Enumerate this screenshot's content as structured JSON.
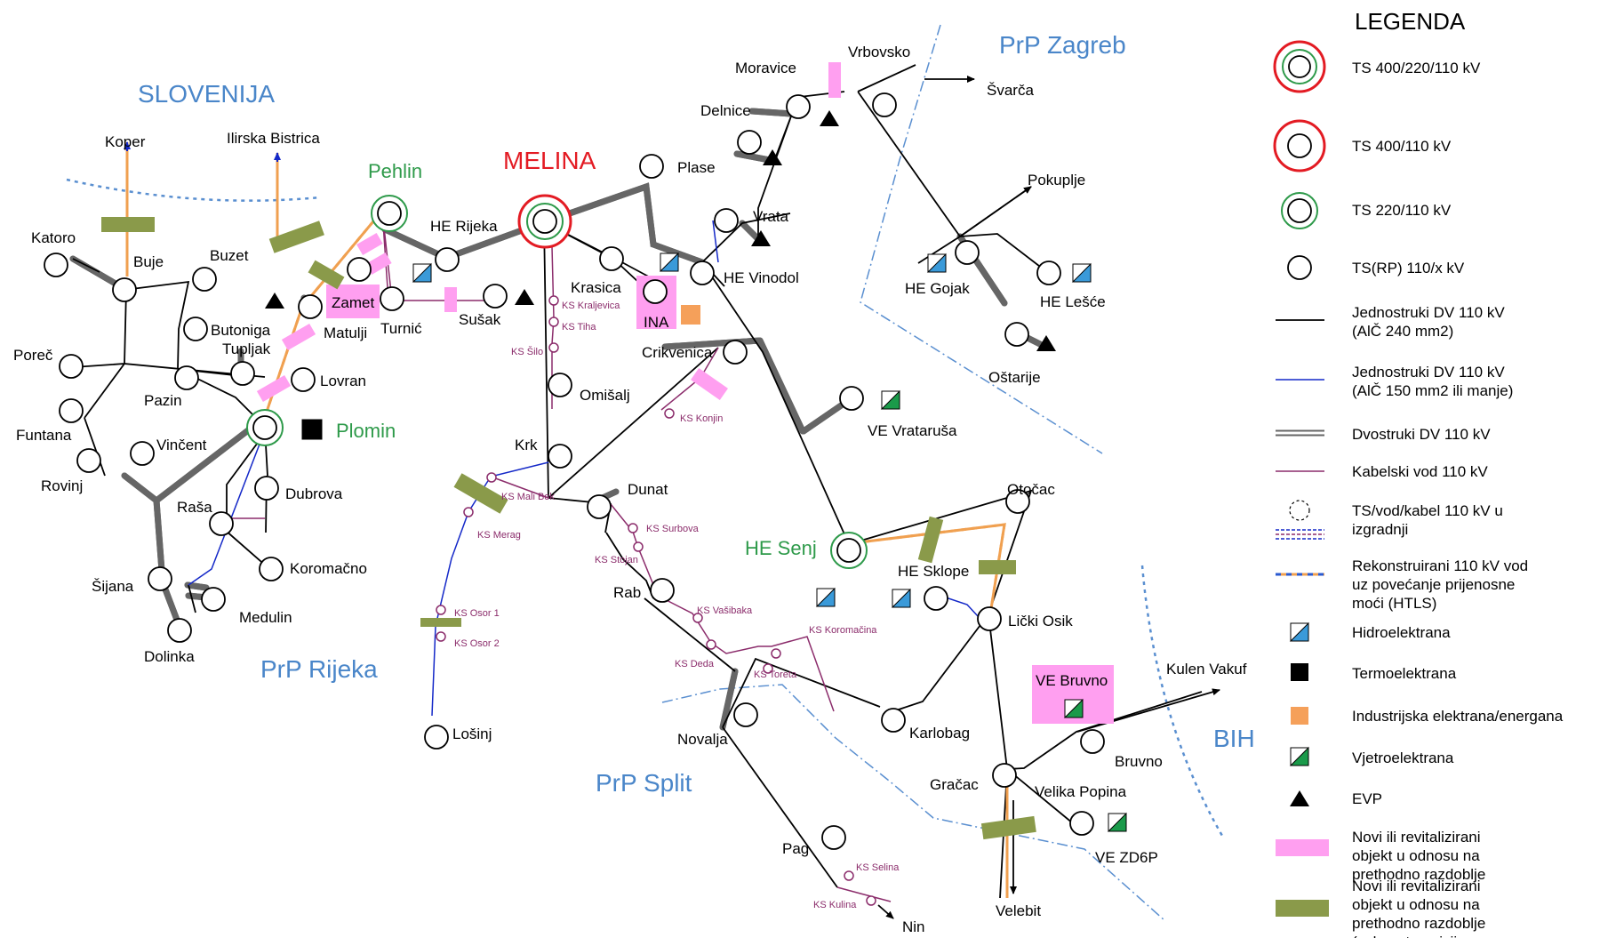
{
  "title": "MELINA",
  "regions": [
    "SLOVENIJA",
    "PrP Zagreb",
    "PrP Rijeka",
    "PrP Split",
    "BIH"
  ],
  "legend": {
    "title": "LEGENDA",
    "items": [
      "TS 400/220/110 kV",
      "TS 400/110 kV",
      "TS 220/110 kV",
      "TS(RP) 110/x kV",
      "Jednostruki DV 110 kV (AlČ 240 mm2)",
      "Jednostruki DV 110 kV (AlČ 150 mm2 ili manje)",
      "Dvostruki DV 110 kV",
      "Kabelski vod 110 kV",
      "TS/vod/kabel 110 kV u izgradnji",
      "Rekonstruirani 110 kV vod uz povećanje prijenosne moći (HTLS)",
      "Hidroelektrana",
      "Termoelektrana",
      "Industrijska elektrana/energana",
      "Vjetroelektrana",
      "EVP",
      "Novi ili revitalizirani objekt u odnosu na prethodno razdoblje",
      "Novi ili revitalizirani objekt u odnosu na prethodno razdoblje (zelena tranzicija, priključenja)"
    ]
  },
  "colors": {
    "region_text": "#4a86c9",
    "melina_red": "#e31b23",
    "ts220_green": "#2e9a4a",
    "cable_purple": "#8b2c6b",
    "line_blue": "#1428c8",
    "new_object_pink": "#ff9ff0",
    "green_transition": "#8a9a4a",
    "industrial_orange": "#f5a05a",
    "htls_orange": "#f0a050",
    "htls_blue": "#2a5ad0",
    "hydro_blue": "#3a9ad9",
    "wind_green": "#1a9a4a",
    "border_dash": "#5a8fd0"
  },
  "stations": [
    "Koper",
    "Ilirska Bistrica",
    "Katoro",
    "Buje",
    "Buzet",
    "Butoniga",
    "Tupljak",
    "Poreč",
    "Funtana",
    "Rovinj",
    "Vinčent",
    "Pazin",
    "Plomin",
    "Pehlin",
    "Matulji",
    "Zamet",
    "Turnić",
    "Lovran",
    "HE Rijeka",
    "Sušak",
    "Krasica",
    "INA",
    "Plase",
    "HE Vinodol",
    "Vrata",
    "Delnice",
    "Moravice",
    "Vrbovsko",
    "Švarča",
    "Pokuplje",
    "HE Gojak",
    "HE Lešće",
    "Oštarije",
    "Crikvenica",
    "Omišalj",
    "Krk",
    "Dunat",
    "VE Vrataruša",
    "HE Senj",
    "Otočac",
    "HE Sklope",
    "Lički Osik",
    "Dubrova",
    "Raša",
    "Koromačno",
    "Šijana",
    "Medulin",
    "Dolinka",
    "Rab",
    "Novalja",
    "Lošinj",
    "Karlobag",
    "Kulen Vakuf",
    "VE Bruvno",
    "Bruvno",
    "Gračac",
    "Velika Popina",
    "VE ZD6P",
    "Pag",
    "Nin",
    "Velebit"
  ],
  "cable_stations": [
    "KS Kraljevica",
    "KS Tiha",
    "KS Šilo",
    "KS Konjin",
    "KS Mali Bok",
    "KS Merag",
    "KS Osor 1",
    "KS Osor 2",
    "KS Surbova",
    "KS Stojan",
    "KS Vašibaka",
    "KS Deda",
    "KS Koromačina",
    "KS Toreta",
    "KS Selina",
    "KS Kulina"
  ]
}
